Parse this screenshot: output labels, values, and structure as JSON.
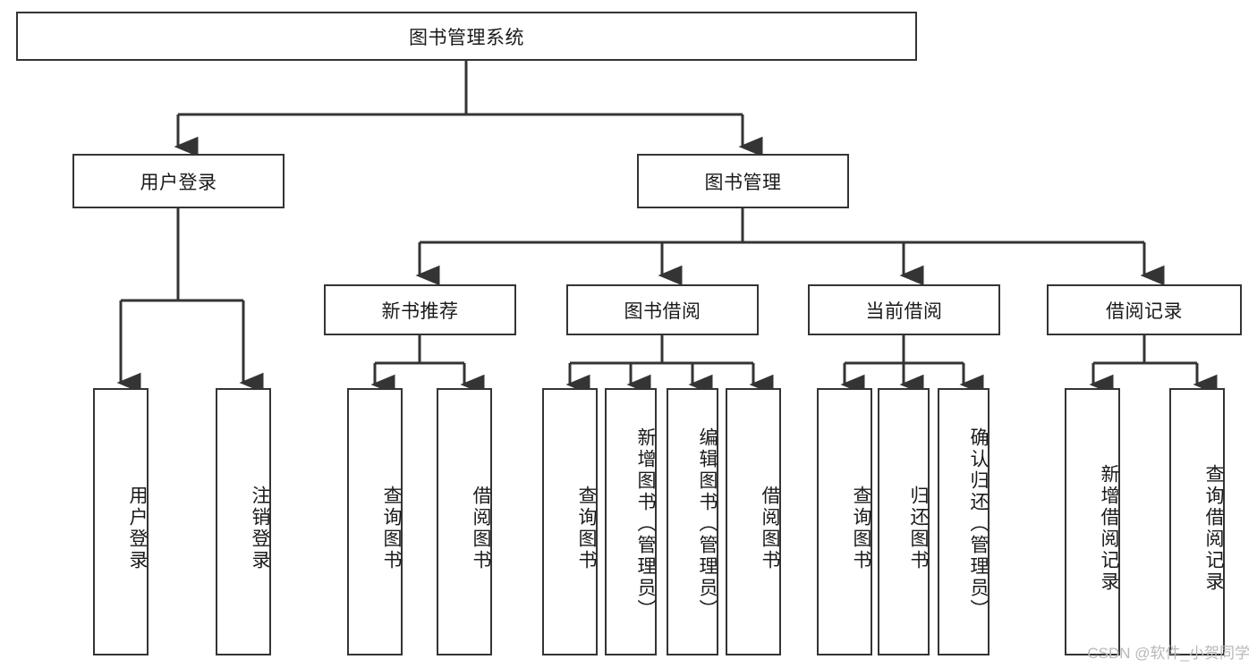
{
  "diagram": {
    "title": "图书管理系统",
    "type": "tree",
    "root": {
      "label": "图书管理系统"
    },
    "level1": [
      {
        "label": "用户登录"
      },
      {
        "label": "图书管理"
      }
    ],
    "level2": [
      {
        "label": "新书推荐"
      },
      {
        "label": "图书借阅"
      },
      {
        "label": "当前借阅"
      },
      {
        "label": "借阅记录"
      }
    ],
    "leaves": {
      "user_login": [
        {
          "label": "用户登录"
        },
        {
          "label": "注销登录"
        }
      ],
      "new_book_recommend": [
        {
          "label": "查询图书"
        },
        {
          "label": "借阅图书"
        }
      ],
      "book_borrow": [
        {
          "label": "查询图书"
        },
        {
          "label": "新增图书（管理员）"
        },
        {
          "label": "编辑图书（管理员）"
        },
        {
          "label": "借阅图书"
        }
      ],
      "current_borrow": [
        {
          "label": "查询图书"
        },
        {
          "label": "归还图书"
        },
        {
          "label": "确认归还（管理员）"
        }
      ],
      "borrow_record": [
        {
          "label": "新增借阅记录"
        },
        {
          "label": "查询借阅记录"
        }
      ]
    }
  },
  "watermark": {
    "text": "CSDN @软件_小贺同学"
  },
  "colors": {
    "stroke": "#343434",
    "fill": "#ffffff",
    "text": "#1a1a1a",
    "watermark": "#b8b8b8"
  }
}
